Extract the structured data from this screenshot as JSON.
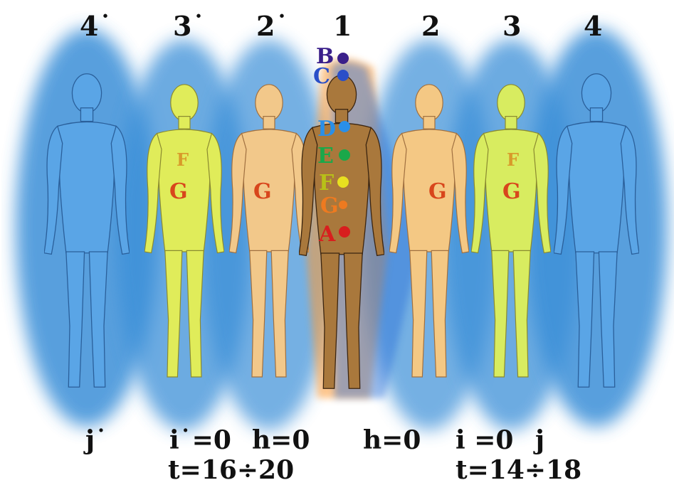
{
  "top_labels": [
    "4˙",
    "3˙",
    "2˙",
    "1",
    "2",
    "3",
    "4"
  ],
  "bottom_labels": [
    "j˙",
    "i˙=0",
    "h=0",
    "h=0",
    "i =0",
    "j"
  ],
  "t_labels": [
    "t=16÷20",
    "t=14÷18"
  ],
  "center_letters": [
    "B",
    "C",
    "D",
    "E",
    "F",
    "G",
    "A"
  ],
  "body_letters": [
    "G",
    "G",
    "G",
    "G",
    "F",
    "F"
  ],
  "colors": {
    "blue_aura": "#3b8fd8",
    "yellow_body": "#e6ee58",
    "skin_body": "#f2c88a",
    "letter_orange": "#d8461c",
    "chakra_violet": "#3a1f8a",
    "chakra_blue": "#2a6fd8",
    "chakra_green": "#1aa84a",
    "chakra_yellow": "#e8e020",
    "chakra_orange": "#ee7a20",
    "chakra_red": "#d81e1e"
  }
}
